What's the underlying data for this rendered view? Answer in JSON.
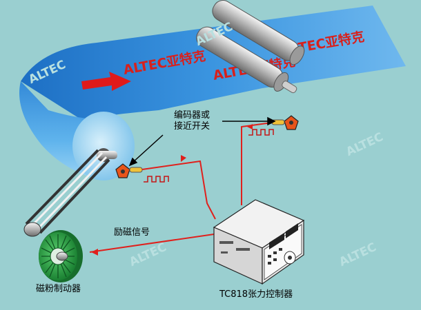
{
  "labels": {
    "encoder": "编码器或",
    "proximity": "接近开关",
    "excitation": "励磁信号",
    "brake": "磁粉制动器",
    "controller": "TC818张力控制器"
  },
  "band_text": "ALTEC亚特克",
  "watermark": "ALTEC",
  "colors": {
    "background": "#9acfd0",
    "web": "#3a8fd6",
    "signal": "#e0201c",
    "brake": "#1f9a3a",
    "controller": "#eeeeee"
  }
}
